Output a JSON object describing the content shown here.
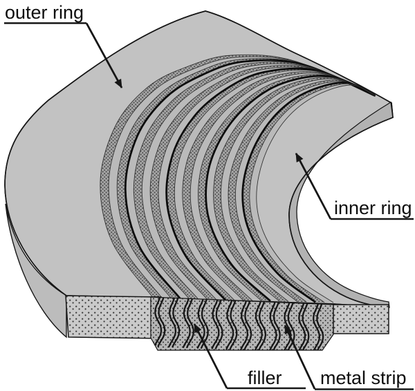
{
  "labels": {
    "outer_ring": "outer ring",
    "inner_ring": "inner ring",
    "filler": "filler",
    "metal_strip": "metal strip"
  },
  "colors": {
    "background": "#ffffff",
    "surface": "#c2c2c2",
    "side": "#bcbcbc",
    "chamfer": "#b2b2b2",
    "band_plain": "#bababa",
    "texture_base": "#a4a4a4",
    "texture_dot": "#454545",
    "stipple_base": "#cacaca",
    "stipple_dot": "#3a3a3a",
    "filler_base": "#b5b5b5",
    "filler_dot": "#2e2e2e",
    "line": "#161616"
  }
}
